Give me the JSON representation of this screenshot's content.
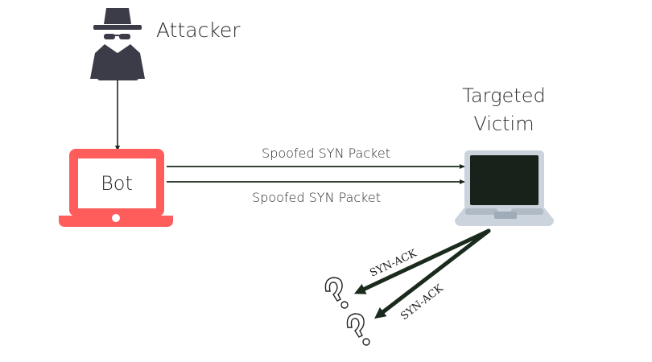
{
  "diagram": {
    "title": "SYN flood with spoofed source addresses",
    "nodes": {
      "attacker": {
        "label": "Attacker",
        "icon": "hacker-spy-icon"
      },
      "bot": {
        "label": "Bot",
        "icon": "laptop-icon",
        "color": "#ff5c5c"
      },
      "victim": {
        "label_line1": "Targeted",
        "label_line2": "Victim",
        "icon": "laptop-icon",
        "body_color": "#cbd3dc",
        "screen_color": "#19221a"
      },
      "unknown_1": {
        "label": "?",
        "icon": "question-mark-icon"
      },
      "unknown_2": {
        "label": "?",
        "icon": "question-mark-icon"
      }
    },
    "edges": [
      {
        "from": "attacker",
        "to": "bot",
        "label": ""
      },
      {
        "from": "bot",
        "to": "victim",
        "label": "Spoofed SYN Packet"
      },
      {
        "from": "bot",
        "to": "victim",
        "label": "Spoofed SYN Packet"
      },
      {
        "from": "victim",
        "to": "unknown_1",
        "label": "SYN-ACK"
      },
      {
        "from": "victim",
        "to": "unknown_2",
        "label": "SYN-ACK"
      }
    ],
    "colors": {
      "attacker_icon": "#3c3b48",
      "arrow": "#1a2a1c"
    }
  }
}
